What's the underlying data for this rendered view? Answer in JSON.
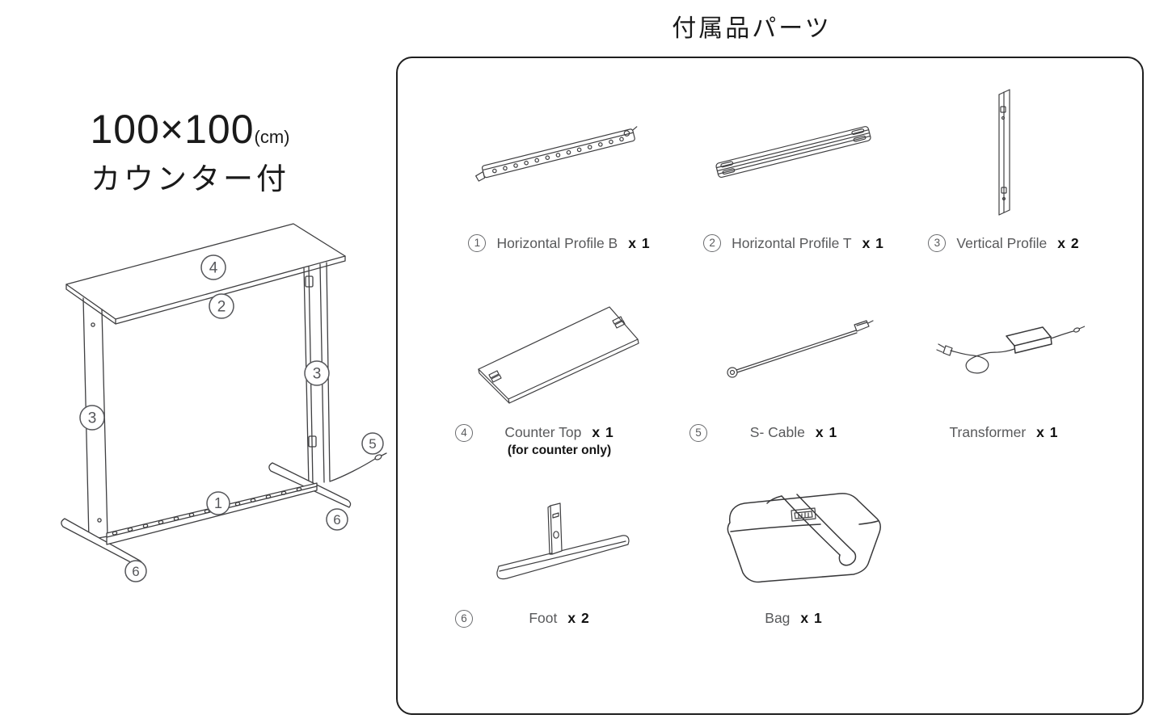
{
  "colors": {
    "line": "#3f3f41",
    "label_gray": "#58595b",
    "text_black": "#1a1a1a"
  },
  "header": {
    "title": "付属品パーツ"
  },
  "assembly": {
    "size_label": "100×100",
    "size_unit": "(cm)",
    "subtitle": "カウンター付",
    "callouts": [
      {
        "num": "4"
      },
      {
        "num": "2"
      },
      {
        "num": "3"
      },
      {
        "num": "3"
      },
      {
        "num": "5"
      },
      {
        "num": "1"
      },
      {
        "num": "6"
      },
      {
        "num": "6"
      }
    ]
  },
  "parts": [
    {
      "num": "1",
      "name": "Horizontal Profile B",
      "qty": "x 1"
    },
    {
      "num": "2",
      "name": "Horizontal Profile T",
      "qty": "x 1"
    },
    {
      "num": "3",
      "name": "Vertical Profile",
      "qty": "x 2"
    },
    {
      "num": "4",
      "name": "Counter Top",
      "qty": "x 1",
      "note": "(for counter only)"
    },
    {
      "num": "5",
      "name": "S- Cable",
      "qty": "x 1"
    },
    {
      "num": "",
      "name": "Transformer",
      "qty": "x 1"
    },
    {
      "num": "6",
      "name": "Foot",
      "qty": "x 2"
    },
    {
      "num": "",
      "name": "Bag",
      "qty": "x 1"
    }
  ]
}
